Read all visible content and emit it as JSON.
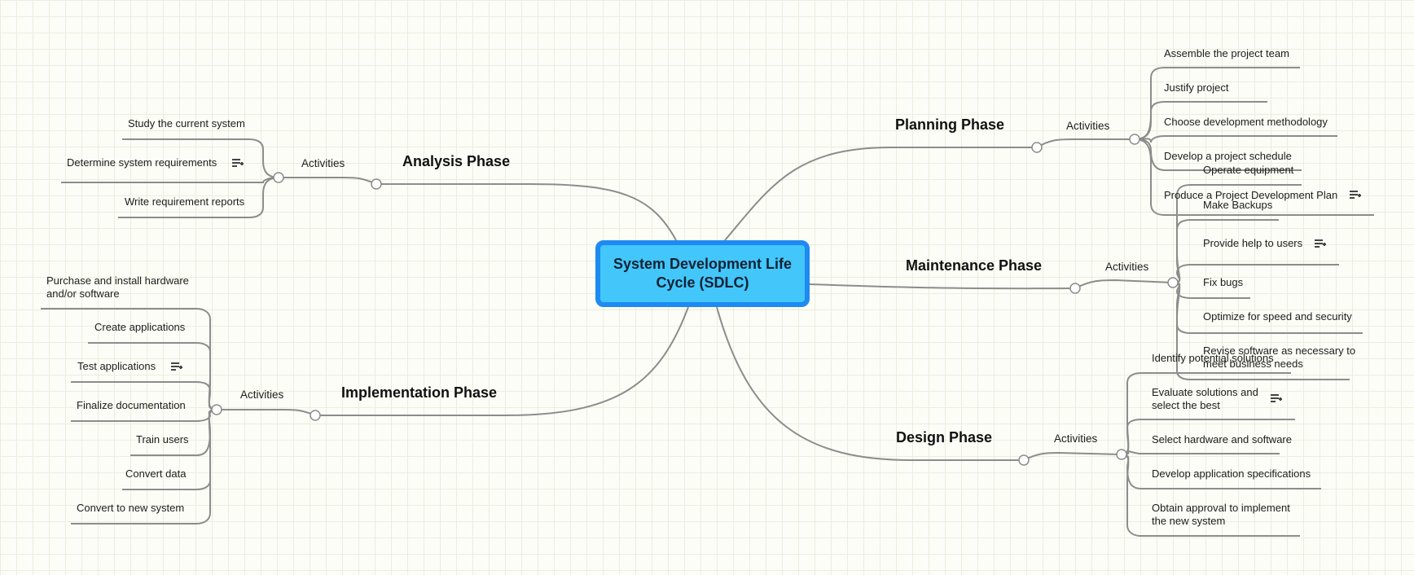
{
  "central_topic": "System Development Life Cycle (SDLC)",
  "phases": [
    {
      "name": "Planning Phase",
      "branch_label": "Activities",
      "items": [
        "Assemble the project team",
        "Justify project",
        "Choose development methodology",
        "Develop a project schedule",
        "Produce a Project Development Plan"
      ]
    },
    {
      "name": "Analysis Phase",
      "branch_label": "Activities",
      "items": [
        "Study the current system",
        "Determine system requirements",
        "Write requirement reports"
      ]
    },
    {
      "name": "Maintenance Phase",
      "branch_label": "Activities",
      "items": [
        "Operate equipment",
        "Make Backups",
        "Provide help to users",
        "Fix bugs",
        "Optimize for speed and security",
        "Revise software as necessary to meet business needs"
      ]
    },
    {
      "name": "Implementation Phase",
      "branch_label": "Activities",
      "items": [
        "Purchase and install hardware and/or software",
        "Create applications",
        "Test applications",
        "Finalize documentation",
        "Train users",
        "Convert data",
        "Convert to new system"
      ]
    },
    {
      "name": "Design Phase",
      "branch_label": "Activities",
      "items": [
        "Identify potential solutions",
        "Evaluate solutions and select the best",
        "Select hardware and software",
        "Develop application specifications",
        "Obtain approval to implement the new system"
      ]
    }
  ],
  "icons": {
    "note": "note-add-icon",
    "collapse": "collapse-toggle-icon"
  },
  "colors": {
    "central_fill": "#43c6fa",
    "central_border": "#1e8af2",
    "connector": "#8c8c8c",
    "background": "#fdfdf7"
  }
}
